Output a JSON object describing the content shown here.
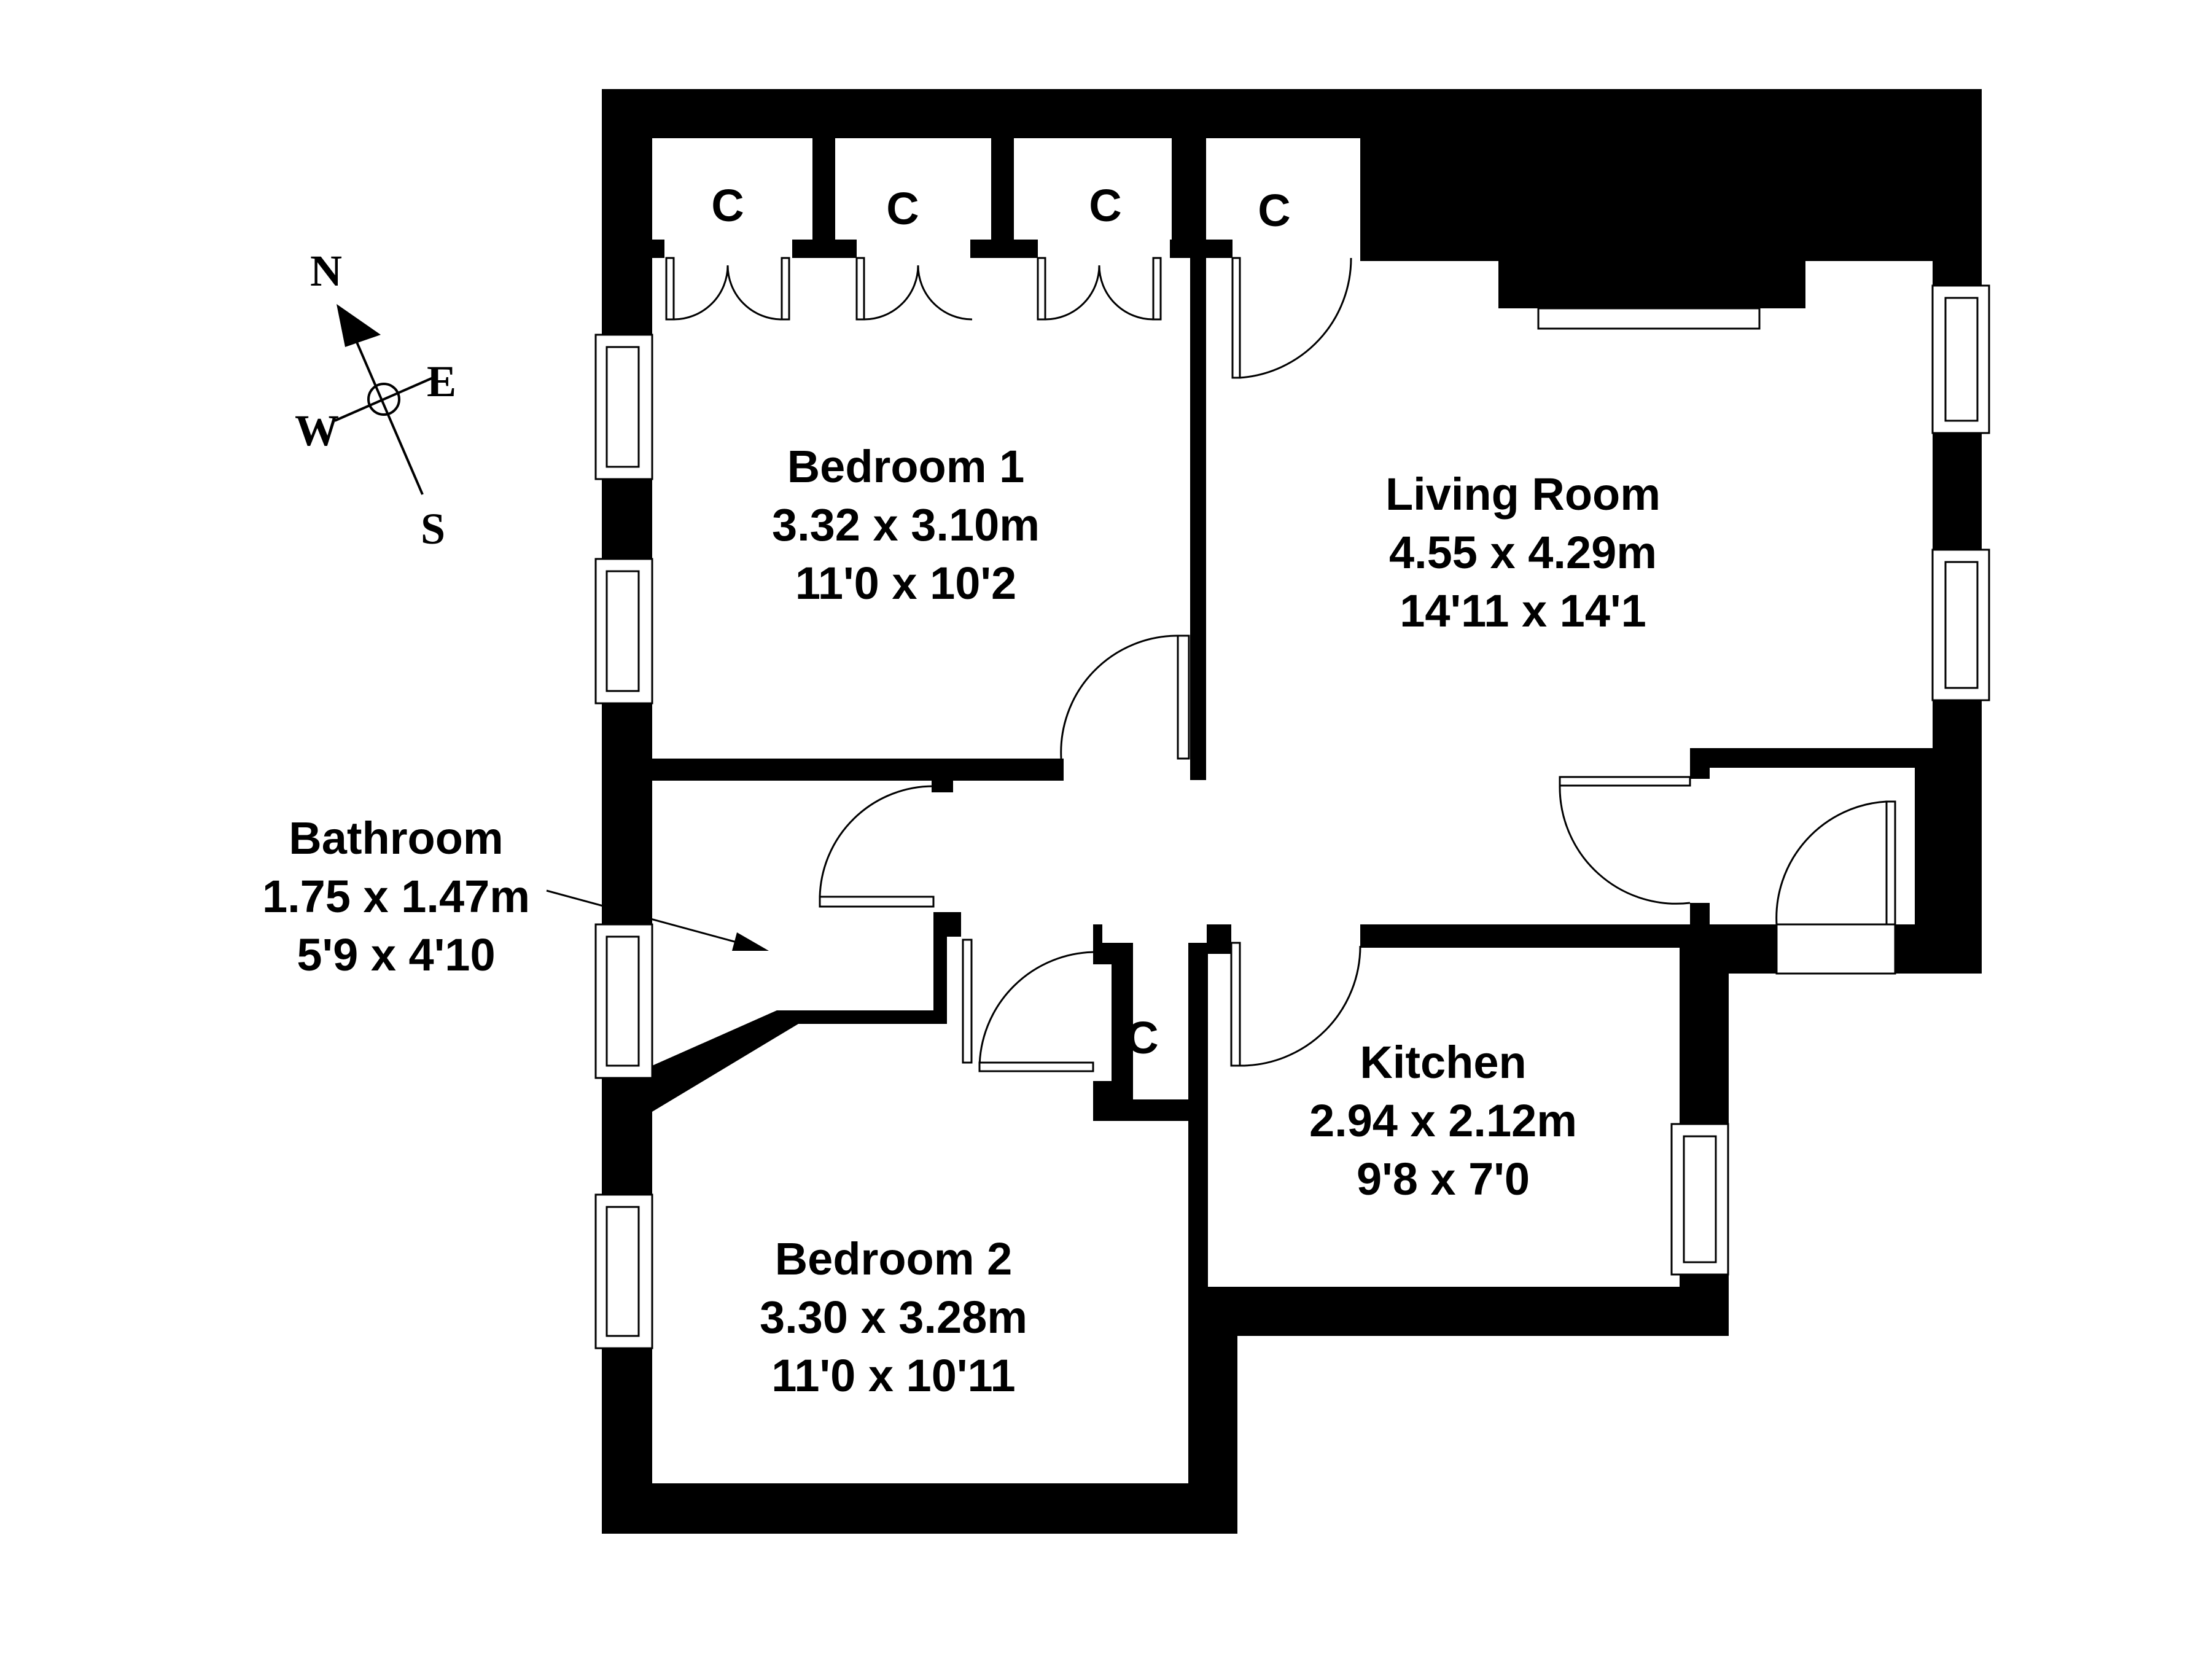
{
  "rooms": {
    "bedroom1": {
      "name": "Bedroom 1",
      "metric": "3.32 x 3.10m",
      "imperial": "11'0 x 10'2"
    },
    "living": {
      "name": "Living Room",
      "metric": "4.55 x 4.29m",
      "imperial": "14'11 x 14'1"
    },
    "bathroom": {
      "name": "Bathroom",
      "metric": "1.75 x 1.47m",
      "imperial": "5'9 x 4'10"
    },
    "kitchen": {
      "name": "Kitchen",
      "metric": "2.94 x 2.12m",
      "imperial": "9'8 x 7'0"
    },
    "bedroom2": {
      "name": "Bedroom 2",
      "metric": "3.30 x 3.28m",
      "imperial": "11'0 x 10'11"
    }
  },
  "closet_label": "C",
  "compass": {
    "north": "N",
    "east": "E",
    "south": "S",
    "west": "W"
  }
}
